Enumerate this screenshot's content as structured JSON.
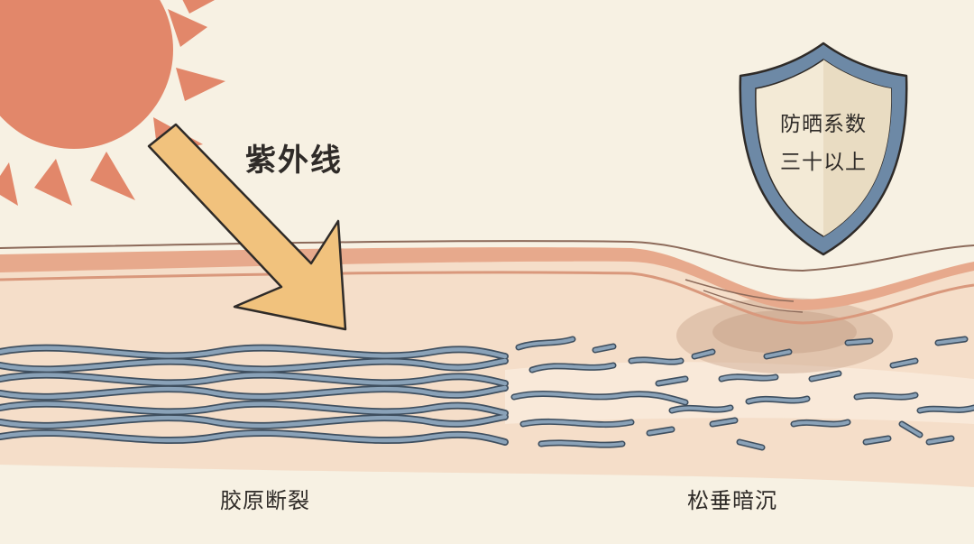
{
  "labels": {
    "uv": "紫外线",
    "collagen_break": "胶原断裂",
    "sagging_dull": "松垂暗沉"
  },
  "shield": {
    "line1": "防晒系数",
    "line2": "三十以上"
  },
  "colors": {
    "background": "#f7f1e3",
    "sun": "#e2876a",
    "arrow": "#f1c27d",
    "skin_top": "#e7a98c",
    "skin_body": "#f4dcc5",
    "fiber": "#6f8aa3",
    "shield_border": "#6d89a6",
    "shield_fill": "#f3ead6",
    "text": "#2f2b28"
  },
  "icons": [
    "sun-icon",
    "uv-arrow-icon",
    "shield-icon"
  ]
}
